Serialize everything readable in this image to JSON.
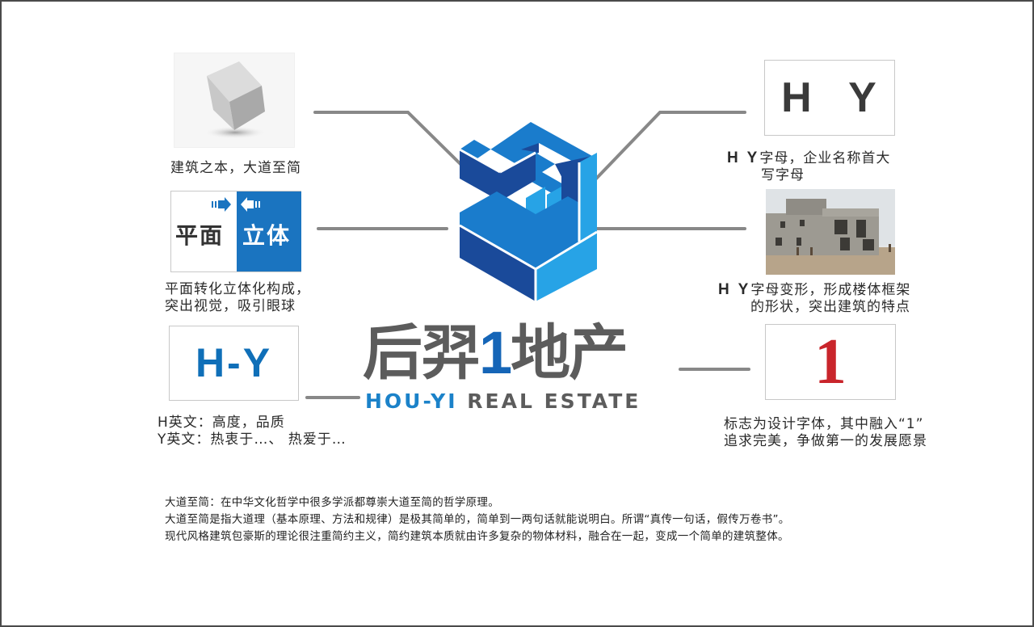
{
  "brand": {
    "name_cn_parts": [
      "后羿",
      "1",
      "地产"
    ],
    "name_en_blue": "HOU-YI",
    "name_en_rest": " REAL ESTATE",
    "colors": {
      "dark_blue": "#1a4a9a",
      "mid_blue": "#1a7ccc",
      "light_blue": "#27a3e6",
      "gray_text": "#5c5c5c",
      "red": "#c9252b"
    }
  },
  "left": [
    {
      "id": "cube",
      "image_icon": "cube-icon",
      "caption_lines": [
        "建筑之本，大道至简"
      ]
    },
    {
      "id": "plane-solid",
      "left_label": "平面",
      "right_label": "立体",
      "caption_lines": [
        "平面转化立体化构成，",
        "突出视觉，吸引眼球"
      ]
    },
    {
      "id": "h-y",
      "box_text": "H-Y",
      "caption_lines": [
        "H英文：高度，品质",
        "Y英文：热衷于…、 热爱于…"
      ]
    }
  ],
  "right": [
    {
      "id": "hy-letters",
      "box_text": "H Y",
      "caption_prefix": "H Y",
      "caption_lines": [
        "字母，企业名称首大",
        "写字母"
      ]
    },
    {
      "id": "building",
      "image_icon": "building-photo",
      "caption_prefix": "H Y",
      "caption_lines": [
        "字母变形，形成楼体框架",
        "的形状，突出建筑的特点"
      ]
    },
    {
      "id": "number-one",
      "box_text": "1",
      "caption_lines": [
        "标志为设计字体，其中融入“1”",
        "追求完美，争做第一的发展愿景"
      ]
    }
  ],
  "footer": {
    "lines": [
      "大道至简：在中华文化哲学中很多学派都尊崇大道至简的哲学原理。",
      "大道至简是指大道理（基本原理、方法和规律）是极其简单的，简单到一两句话就能说明白。所谓“真传一句话，假传万卷书”。",
      "现代风格建筑包豪斯的理论很注重简约主义，简约建筑本质就由许多复杂的物体材料，融合在一起，变成一个简单的建筑整体。"
    ]
  }
}
